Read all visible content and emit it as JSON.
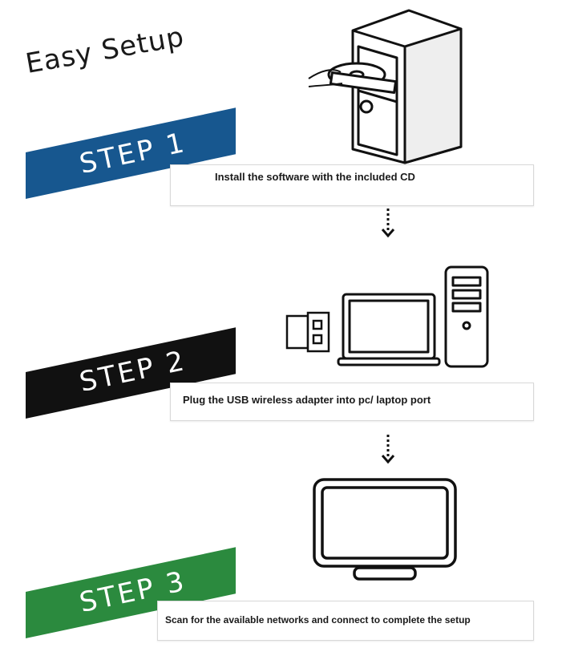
{
  "title": "Easy Setup",
  "steps": [
    {
      "label": "STEP 1",
      "text": "Install the software with the included CD",
      "color": "#17578f"
    },
    {
      "label": "STEP 2",
      "text": "Plug the USB wireless adapter into pc/ laptop port",
      "color": "#111111"
    },
    {
      "label": "STEP 3",
      "text": "Scan for the available networks and connect to complete the setup",
      "color": "#2b8a3e"
    }
  ],
  "icons": [
    "desktop-tower-cd-icon",
    "usb-adapter-icon",
    "laptop-icon",
    "desktop-tower-icon",
    "monitor-icon",
    "down-arrow-icon"
  ]
}
